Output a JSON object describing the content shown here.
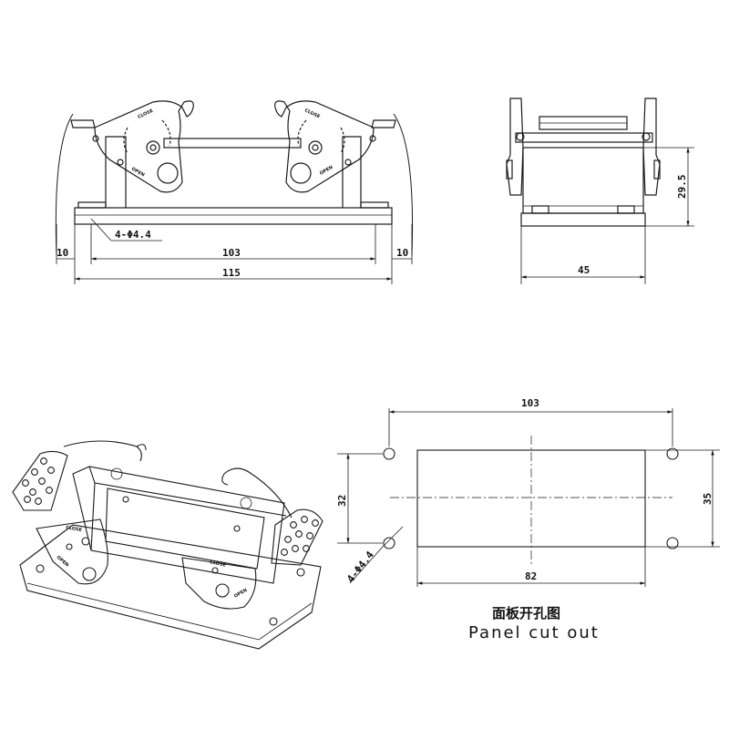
{
  "front_view": {
    "hole_spec": "4-Φ4.4",
    "dim_hole_pitch": "103",
    "dim_overall_width": "115",
    "dim_left_margin": "10",
    "dim_right_margin": "10",
    "lever_label_close": "CLOSE",
    "lever_label_open": "OPEN"
  },
  "side_view": {
    "dim_depth": "45",
    "dim_height": "29.5"
  },
  "isometric_view": {
    "lever_label_close": "CLOSE",
    "lever_label_open": "OPEN"
  },
  "panel_cutout": {
    "dim_hole_pitch": "103",
    "dim_cut_width": "82",
    "dim_cut_height": "35",
    "dim_hole_vertical": "32",
    "hole_spec": "4-Φ4.4",
    "caption_cn": "面板开孔图",
    "caption_en": "Panel cut out"
  },
  "colors": {
    "line": "#1a1a1a",
    "background": "#ffffff"
  }
}
